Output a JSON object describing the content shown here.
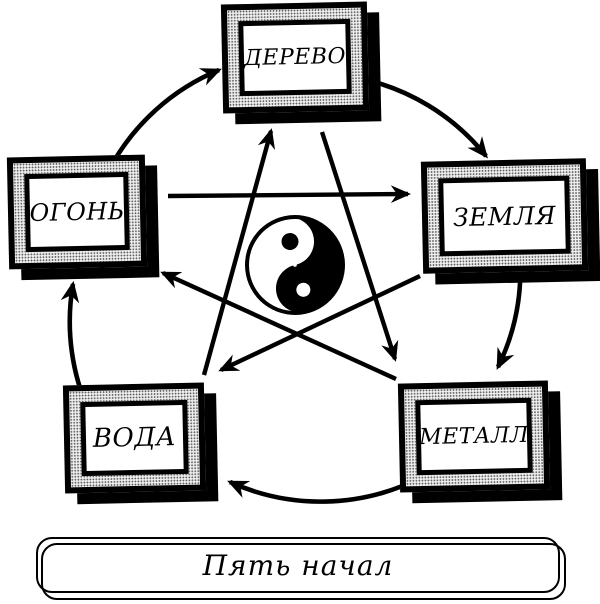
{
  "diagram": {
    "caption": "Пять начал",
    "center_symbol": "yin-yang",
    "elements": [
      {
        "name": "wood",
        "label": "ДЕРЕВО",
        "position": "top"
      },
      {
        "name": "earth",
        "label": "ЗЕМЛЯ",
        "position": "right"
      },
      {
        "name": "metal",
        "label": "МЕТАЛЛ",
        "position": "bottom-right"
      },
      {
        "name": "water",
        "label": "ВОДА",
        "position": "bottom-left"
      },
      {
        "name": "fire",
        "label": "ОГОНЬ",
        "position": "left"
      }
    ],
    "outer_cycle_arrows": [
      {
        "from": "ОГОНЬ",
        "to": "ДЕРЕВО"
      },
      {
        "from": "ДЕРЕВО",
        "to": "ЗЕМЛЯ"
      },
      {
        "from": "ЗЕМЛЯ",
        "to": "МЕТАЛЛ"
      },
      {
        "from": "МЕТАЛЛ",
        "to": "ВОДА"
      },
      {
        "from": "ВОДА",
        "to": "ОГОНЬ"
      }
    ],
    "inner_star_arrows": [
      {
        "from": "ОГОНЬ",
        "to": "ЗЕМЛЯ"
      },
      {
        "from": "ДЕРЕВО",
        "to": "МЕТАЛЛ"
      },
      {
        "from": "ЗЕМЛЯ",
        "to": "ВОДА"
      },
      {
        "from": "ВОДА",
        "to": "ДЕРЕВО"
      },
      {
        "from": "МЕТАЛЛ",
        "to": "ОГОНЬ"
      }
    ],
    "colors": {
      "ink": "#000000",
      "paper": "#ffffff",
      "halftone_mat": "#efefef"
    }
  }
}
